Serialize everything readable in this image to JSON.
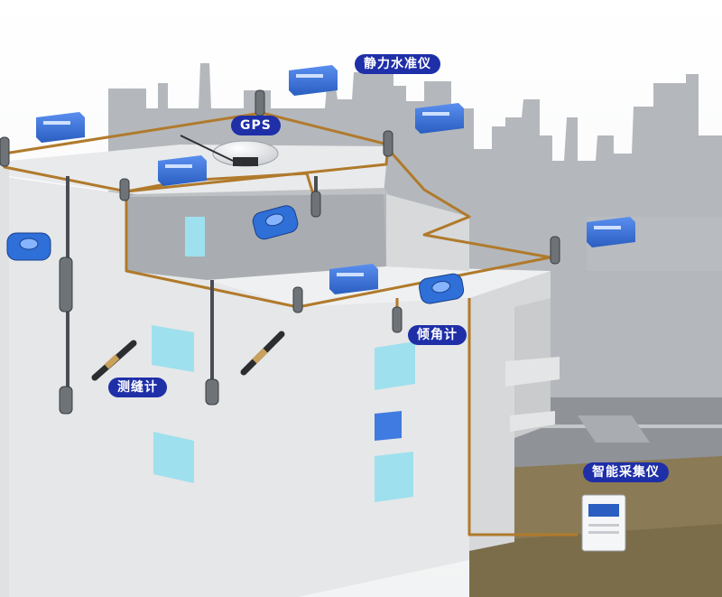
{
  "labels": {
    "leveling_gauge": "静力水准仪",
    "gps": "GPS",
    "inclinometer": "倾角计",
    "crack_meter": "测缝计",
    "data_logger": "智能采集仪"
  },
  "colors": {
    "cable": "#b07a2c",
    "label_bg": "#1e2fa8",
    "skyline": "#b4b8bc",
    "ground": "#8a7a55",
    "sensor_body": "#3a6fd0",
    "window": "#9fe0ee"
  }
}
